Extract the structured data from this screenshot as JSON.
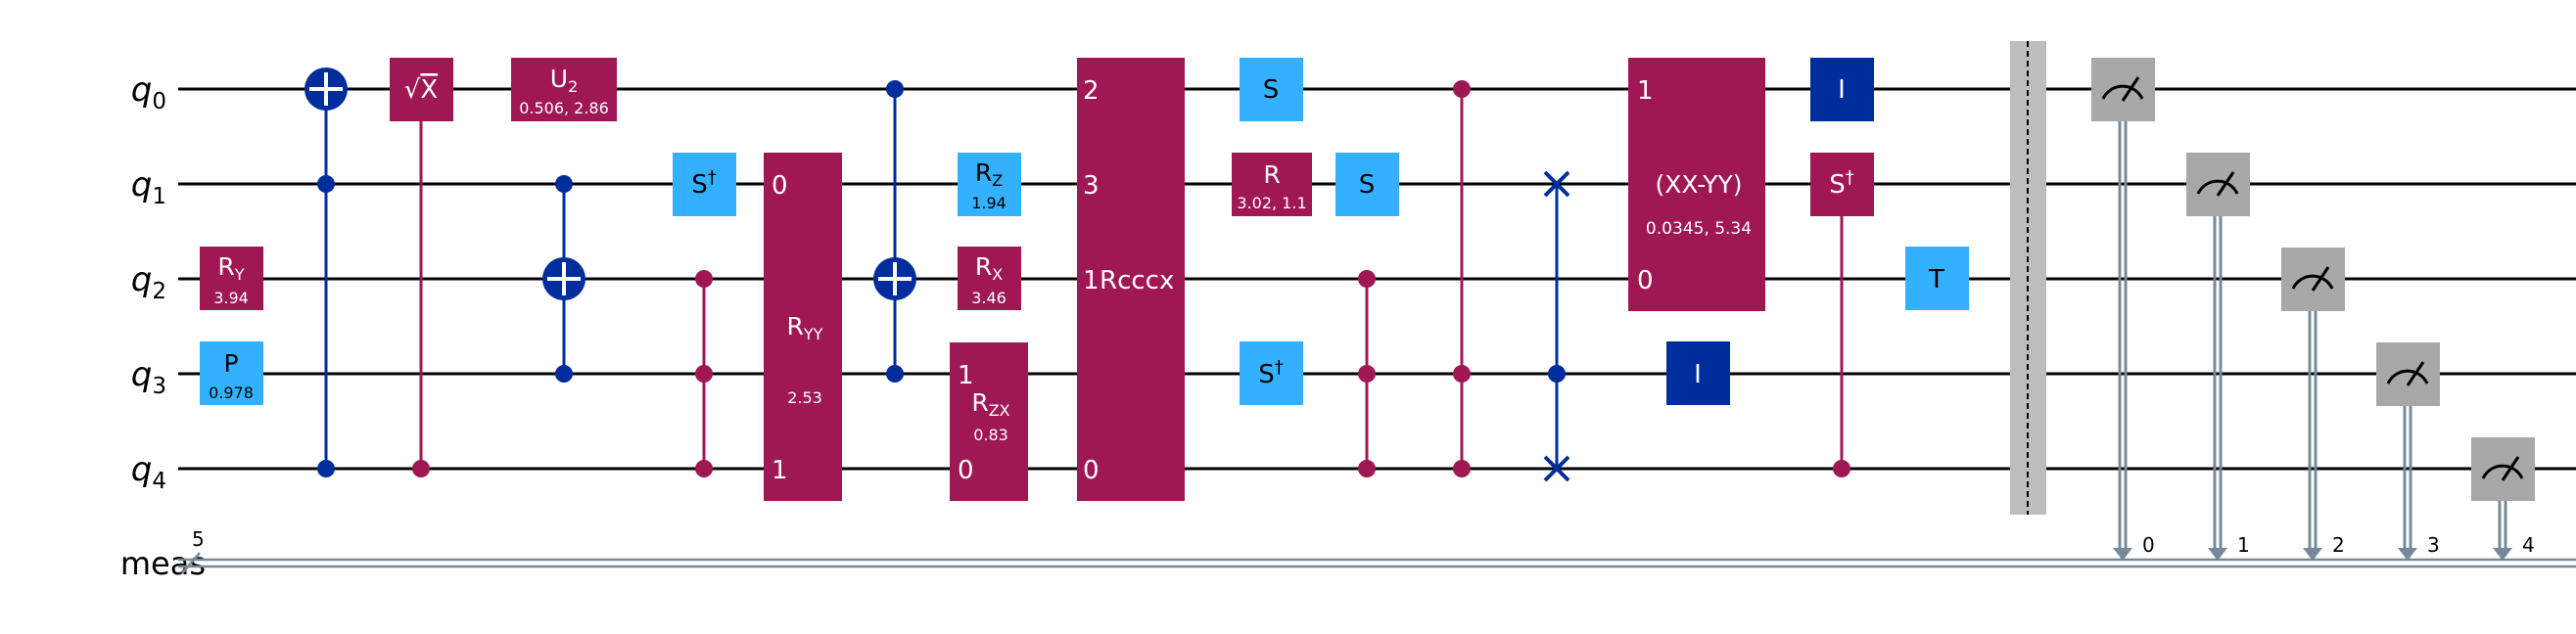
{
  "qubits": [
    {
      "letter": "q",
      "index": "0"
    },
    {
      "letter": "q",
      "index": "1"
    },
    {
      "letter": "q",
      "index": "2"
    },
    {
      "letter": "q",
      "index": "3"
    },
    {
      "letter": "q",
      "index": "4"
    }
  ],
  "creg": {
    "name": "meas",
    "size": "5"
  },
  "colors": {
    "wire": "#000000",
    "classical_wire": "#778899",
    "parametric": "#9F1853",
    "clifford": "#33B1FF",
    "pauli": "#002D9C",
    "cnot": "#002D9C",
    "measure": "#A8A8A8",
    "barrier": "#BDBDBD",
    "label_light": "#FFFFFF",
    "label_dark": "#000000"
  },
  "gates": {
    "ry": {
      "label": "R",
      "sub": "Y",
      "param": "3.94"
    },
    "p": {
      "label": "P",
      "param": "0.978"
    },
    "sx": {
      "label": "X",
      "radical": "√"
    },
    "u2": {
      "label": "U",
      "sub": "2",
      "param": "0.506, 2.86"
    },
    "sdg1": {
      "label": "S",
      "sup": "†"
    },
    "ryy": {
      "label": "R",
      "sub": "YY",
      "param": "2.53",
      "port_top": "0",
      "port_bottom": "1"
    },
    "rz": {
      "label": "R",
      "sub": "Z",
      "param": "1.94"
    },
    "rx": {
      "label": "R",
      "sub": "X",
      "param": "3.46"
    },
    "rzx": {
      "label": "R",
      "sub": "ZX",
      "param": "0.83",
      "port_top": "1",
      "port_bottom": "0"
    },
    "rcccx": {
      "label": "Rcccx",
      "port_q0": "2",
      "port_q1": "3",
      "port_q2": "1",
      "port_q4": "0"
    },
    "s1": {
      "label": "S"
    },
    "r": {
      "label": "R",
      "param": "3.02, 1.1"
    },
    "sdg2": {
      "label": "S",
      "sup": "†"
    },
    "s2": {
      "label": "S"
    },
    "xxyy": {
      "label": "(XX-YY)",
      "param": "0.0345, 5.34",
      "port_top": "1",
      "port_bottom": "0"
    },
    "id1": {
      "label": "I"
    },
    "id2": {
      "label": "I"
    },
    "sdg3": {
      "label": "S",
      "sup": "†"
    },
    "t": {
      "label": "T"
    }
  },
  "measure_bits": [
    "0",
    "1",
    "2",
    "3",
    "4"
  ]
}
